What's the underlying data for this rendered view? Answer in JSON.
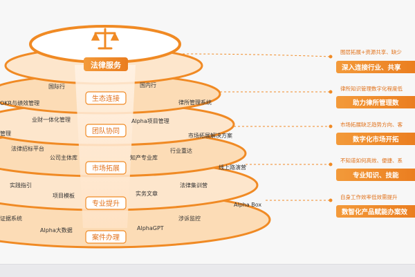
{
  "colors": {
    "accent": "#f08a24",
    "accent_dark": "#e2711a",
    "tier_light": "#fdebd6",
    "tier_mid": "#fbdcb8",
    "text_dark": "#333333",
    "desc_text": "#e07018"
  },
  "top_icon": "scales-of-justice-icon",
  "layers": [
    {
      "label": "法律服务"
    },
    {
      "label": "生态连接"
    },
    {
      "label": "团队协同"
    },
    {
      "label": "市场拓展"
    },
    {
      "label": "专业提升"
    },
    {
      "label": "案件办理"
    }
  ],
  "modules": [
    {
      "text": "国际行"
    },
    {
      "text": "国内行"
    },
    {
      "text": "OKR与绩效管理"
    },
    {
      "text": "律所管理系统"
    },
    {
      "text": "业财一体化管理"
    },
    {
      "text": "Alpha项目管理"
    },
    {
      "text": "管理"
    },
    {
      "text": "市场拓展解决方案"
    },
    {
      "text": "法律招标平台"
    },
    {
      "text": "公司主体库"
    },
    {
      "text": "知产专业库"
    },
    {
      "text": "行业重达"
    },
    {
      "text": "线上路演营"
    },
    {
      "text": "实践指引"
    },
    {
      "text": "法律集训营"
    },
    {
      "text": "项目模板"
    },
    {
      "text": "实务文章"
    },
    {
      "text": "Alpha Box"
    },
    {
      "text": "证据系统"
    },
    {
      "text": "涉诉监控"
    },
    {
      "text": "Alpha大数据"
    },
    {
      "text": "AlphaGPT"
    }
  ],
  "right_panel": [
    {
      "desc": "图层拓展+资源共享、缺少",
      "headline": "深入连接行业、共享"
    },
    {
      "desc": "律所知识管理数字化程度低",
      "headline": "助力律所管理数"
    },
    {
      "desc": "市场拓展缺乏趋势方向、客",
      "headline": "数字化市场开拓"
    },
    {
      "desc": "不知道如何高效、便捷、系",
      "headline": "专业知识、技能"
    },
    {
      "desc": "自身工作效率低效需提升",
      "headline": "数智化产品赋能办案效"
    }
  ]
}
